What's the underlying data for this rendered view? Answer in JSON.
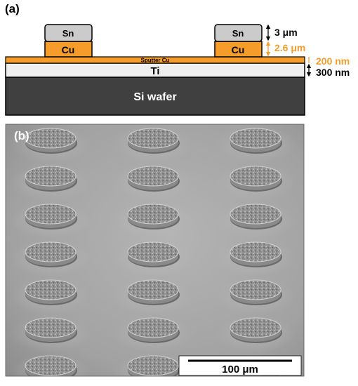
{
  "panel_a": {
    "label": "(a)",
    "layers": {
      "sn_left": "Sn",
      "sn_right": "Sn",
      "cu_left": "Cu",
      "cu_right": "Cu",
      "sputter_cu": "Sputter Cu",
      "ti": "Ti",
      "si_wafer": "Si wafer"
    },
    "dimensions": {
      "sn_thickness": "3 μm",
      "cu_thickness": "2.6 μm",
      "sputter_thickness": "200 nm",
      "ti_thickness": "300 nm"
    }
  },
  "panel_b": {
    "label": "(b)",
    "scale_bar": "100 μm",
    "bump_grid": {
      "rows": 7,
      "columns": 3
    }
  },
  "colors": {
    "sn": "#cbcbcb",
    "cu": "#f59c2b",
    "ti": "#efefef",
    "si": "#404040",
    "orange_text": "#f59c2b",
    "sem_bg": "#a3a3a3"
  }
}
